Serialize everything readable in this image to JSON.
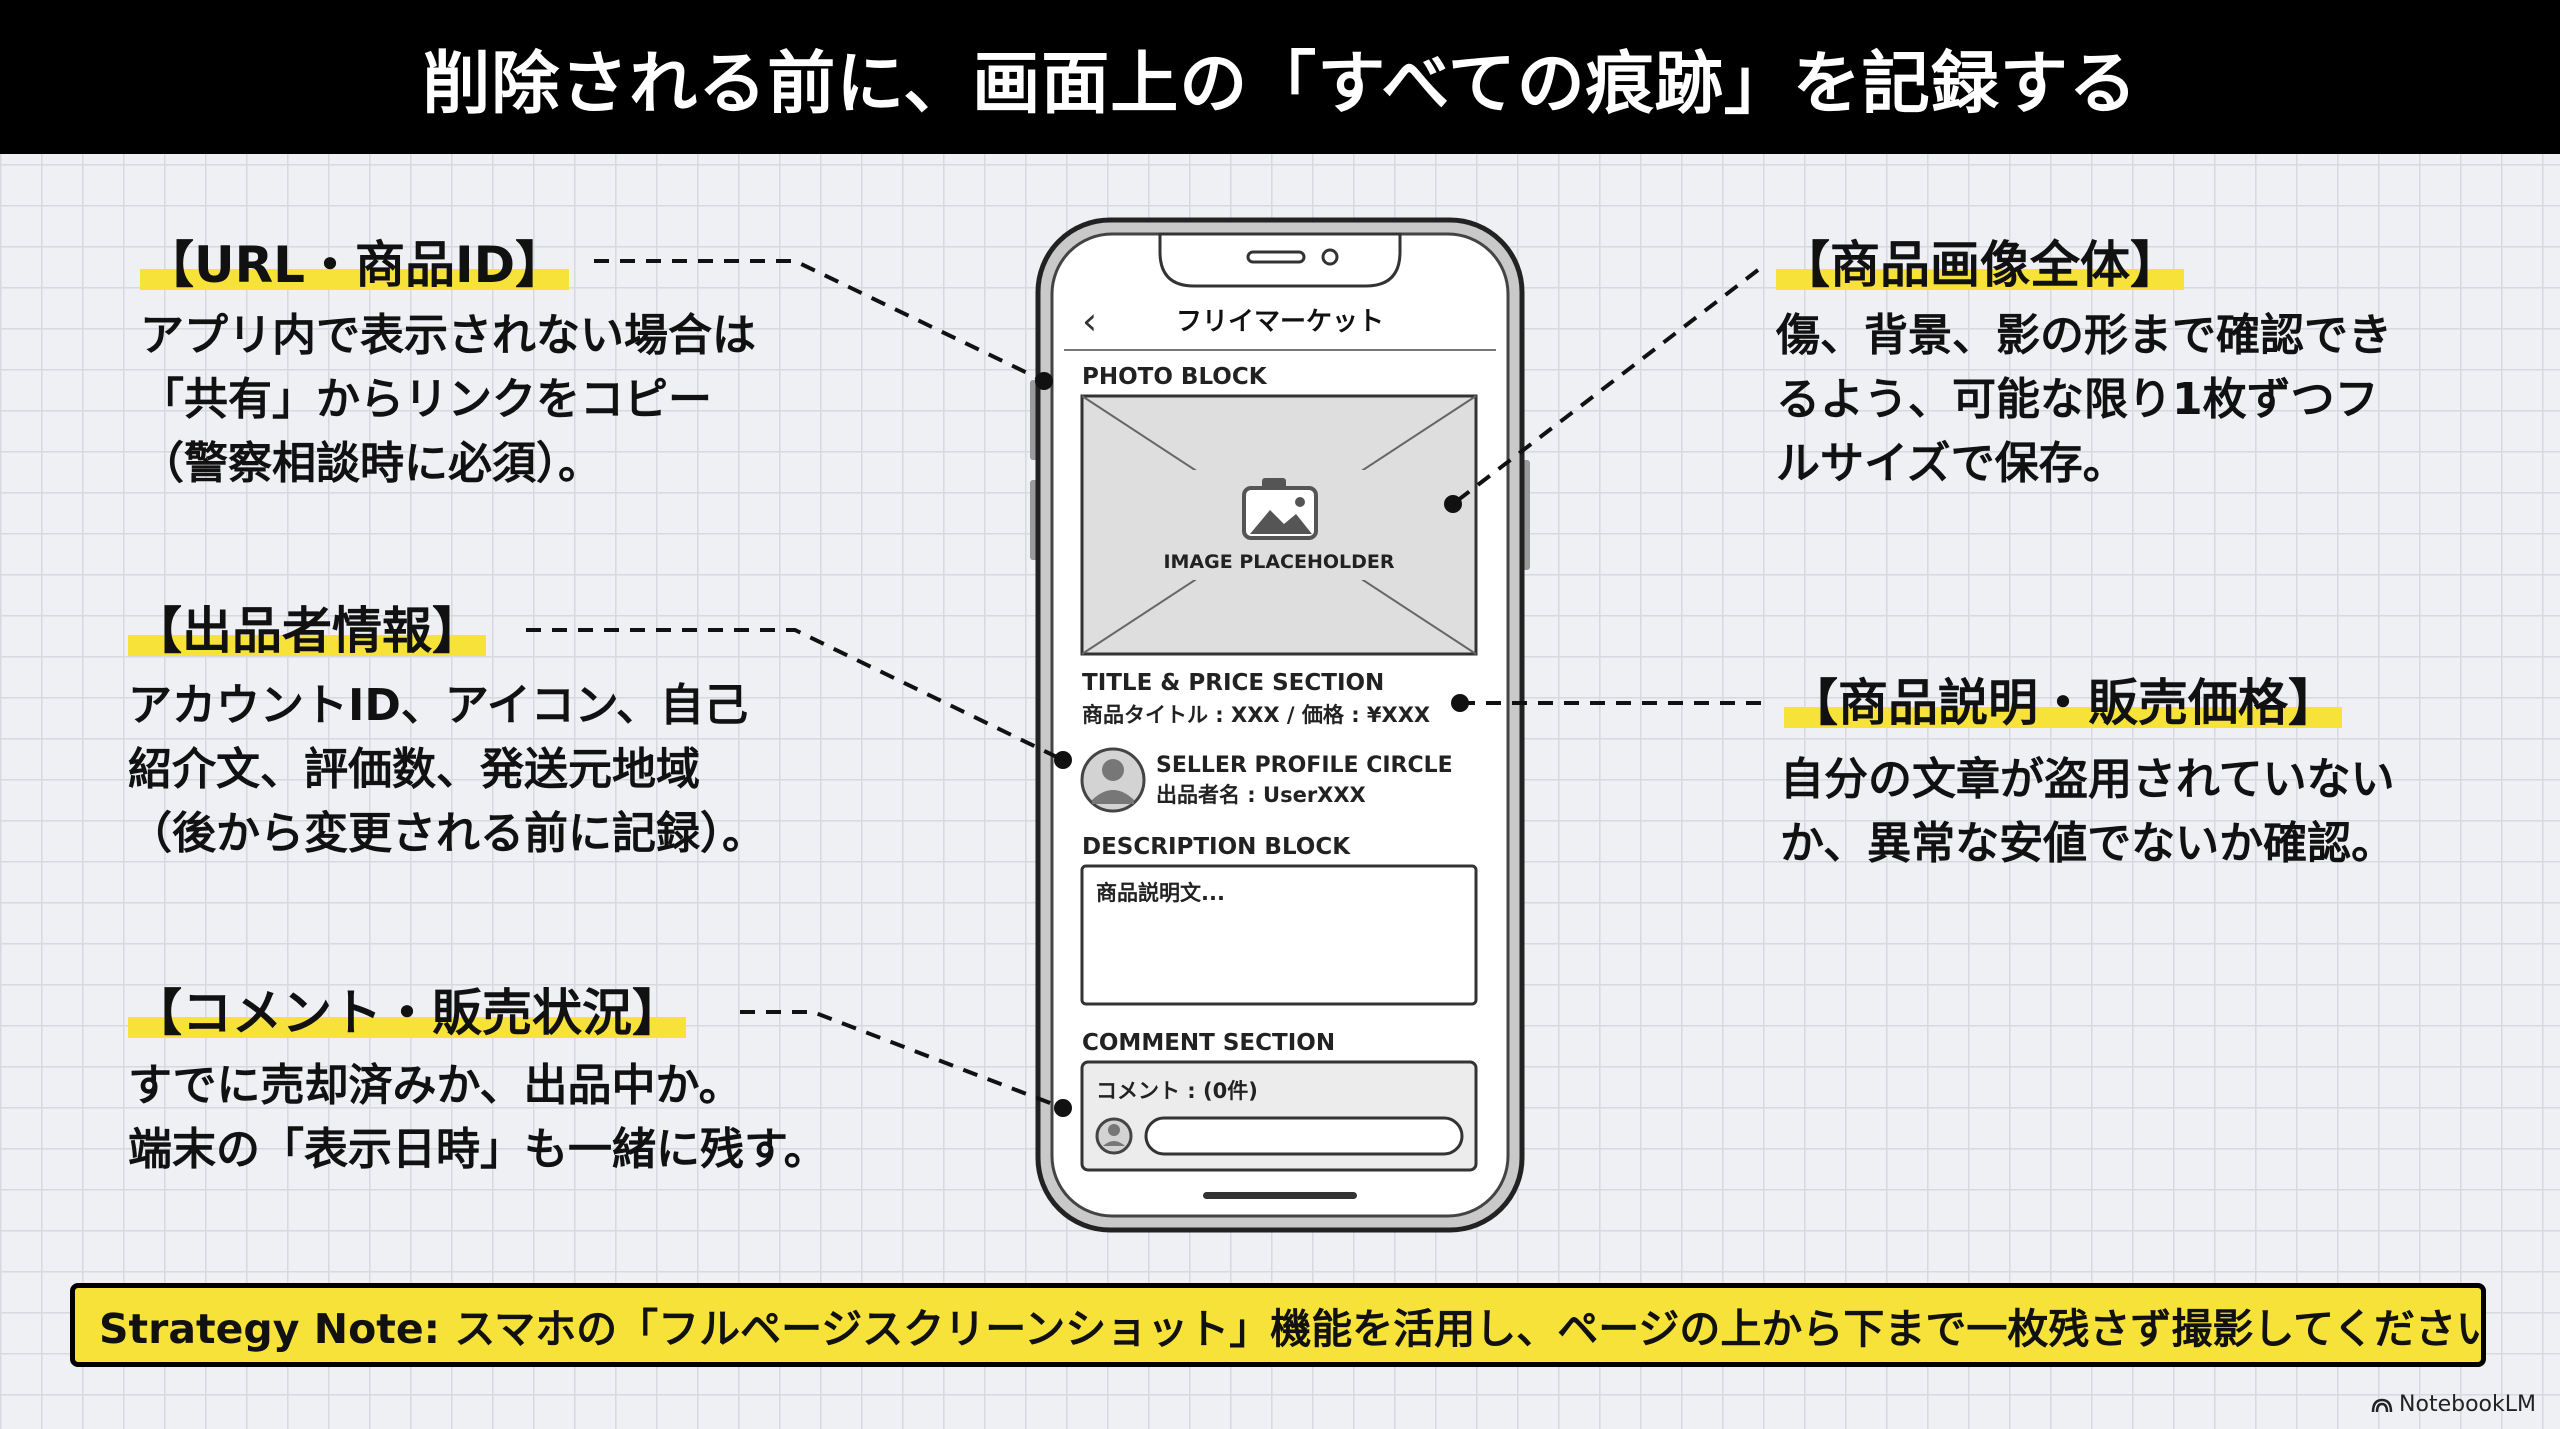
{
  "title": "削除される前に、画面上の「すべての痕跡」を記録する",
  "callouts": {
    "url": {
      "heading": "【URL・商品ID】",
      "lines": [
        "アプリ内で表示されない場合は",
        "「共有」からリンクをコピー",
        "（警察相談時に必須）。"
      ]
    },
    "seller": {
      "heading": "【出品者情報】",
      "lines": [
        "アカウントID、アイコン、自己",
        "紹介文、評価数、発送元地域",
        "（後から変更される前に記録）。"
      ]
    },
    "comment": {
      "heading": "【コメント・販売状況】",
      "lines": [
        "すでに売却済みか、出品中か。",
        "端末の「表示日時」も一緒に残す。"
      ]
    },
    "image": {
      "heading": "【商品画像全体】",
      "lines": [
        "傷、背景、影の形まで確認でき",
        "るよう、可能な限り1枚ずつフ",
        "ルサイズで保存。"
      ]
    },
    "description": {
      "heading": "【商品説明・販売価格】",
      "lines": [
        "自分の文章が盗用されていない",
        "か、異常な安値でないか確認。"
      ]
    }
  },
  "phone": {
    "back_glyph": "‹",
    "app_title": "フリイマーケット",
    "photo_block_label": "PHOTO BLOCK",
    "image_placeholder_label": "IMAGE PLACEHOLDER",
    "title_price_label": "TITLE & PRICE SECTION",
    "title_price_value": "商品タイトル : XXX / 価格 : ¥XXX",
    "seller_label": "SELLER PROFILE CIRCLE",
    "seller_value": "出品者名 : UserXXX",
    "description_label": "DESCRIPTION BLOCK",
    "description_value": "商品説明文...",
    "comment_label": "COMMENT SECTION",
    "comment_count": "コメント : (0件)"
  },
  "strategy_note": "Strategy Note: スマホの「フルページスクリーンショット」機能を活用し、ページの上から下まで一枚残さず撮影してください。",
  "brand": "NotebookLM",
  "colors": {
    "highlight": "#f7e23a",
    "title_bg": "#000000",
    "grid": "#d6d9df"
  }
}
